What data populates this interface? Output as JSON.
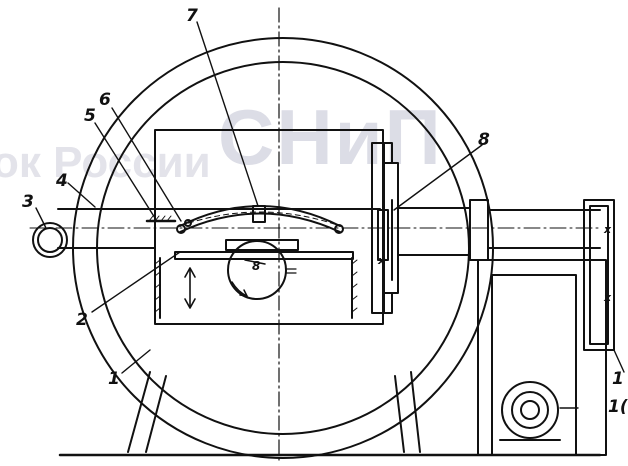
{
  "watermark": {
    "line1": "СНиП",
    "line2": "ок России"
  },
  "callouts": [
    {
      "id": "1",
      "text": "1"
    },
    {
      "id": "2",
      "text": "2"
    },
    {
      "id": "3",
      "text": "3"
    },
    {
      "id": "4",
      "text": "4"
    },
    {
      "id": "5",
      "text": "5"
    },
    {
      "id": "6",
      "text": "6"
    },
    {
      "id": "7",
      "text": "7"
    },
    {
      "id": "8",
      "text": "8"
    },
    {
      "id": "10",
      "text": "1("
    },
    {
      "id": "11",
      "text": "1"
    }
  ],
  "inline_marks": {
    "roller": "8",
    "cross_1": "x",
    "cross_2": "x",
    "cross_3": "x"
  }
}
